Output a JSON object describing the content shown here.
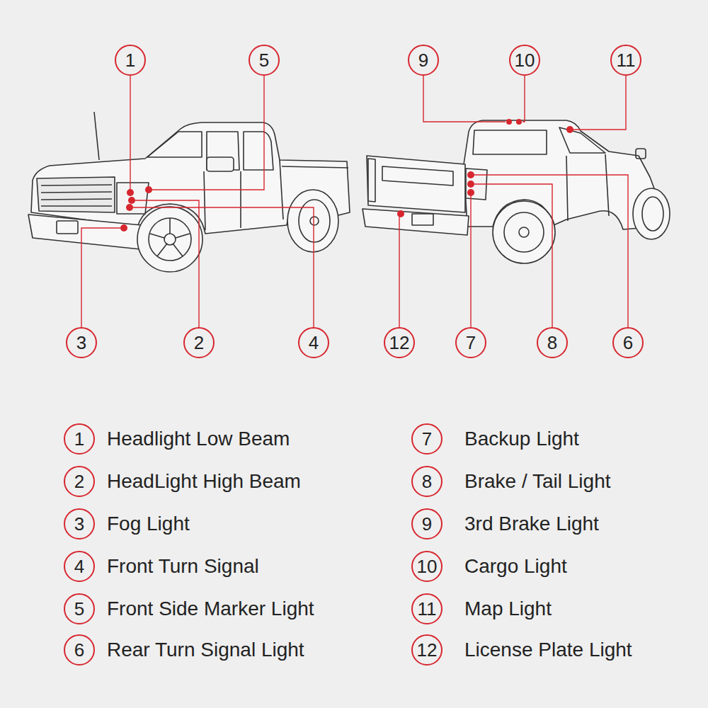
{
  "diagram": {
    "nodes": [
      {
        "text": [
          "1"
        ]
      },
      {
        "text": [
          "5"
        ]
      },
      {
        "text": [
          "9"
        ]
      },
      {
        "text": [
          "10"
        ]
      },
      {
        "text": [
          "11"
        ]
      },
      {
        "text": [
          "3"
        ]
      },
      {
        "text": [
          "2"
        ]
      },
      {
        "text": [
          "4"
        ]
      },
      {
        "text": [
          "12"
        ]
      },
      {
        "text": [
          "7"
        ]
      },
      {
        "text": [
          "8"
        ]
      },
      {
        "text": [
          "6"
        ]
      },
      {
        "text": [
          "1",
          "Headlight Low Beam"
        ]
      },
      {
        "text": [
          "7",
          "Backup Light"
        ]
      },
      {
        "text": [
          "2",
          "HeadLight High Beam"
        ]
      },
      {
        "text": [
          "8",
          "Brake / Tail Light"
        ]
      },
      {
        "text": [
          "3",
          "Fog Light"
        ]
      },
      {
        "text": [
          "9",
          "3rd Brake Light"
        ]
      },
      {
        "text": [
          "4",
          "Front Turn Signal"
        ]
      },
      {
        "text": [
          "10",
          "Cargo Light"
        ]
      },
      {
        "text": [
          "5",
          "Front Side Marker Light"
        ]
      },
      {
        "text": [
          "11",
          "Map Light"
        ]
      },
      {
        "text": [
          "6",
          "Rear Turn Signal Light"
        ]
      },
      {
        "text": [
          "12",
          "License Plate Light"
        ]
      }
    ]
  }
}
